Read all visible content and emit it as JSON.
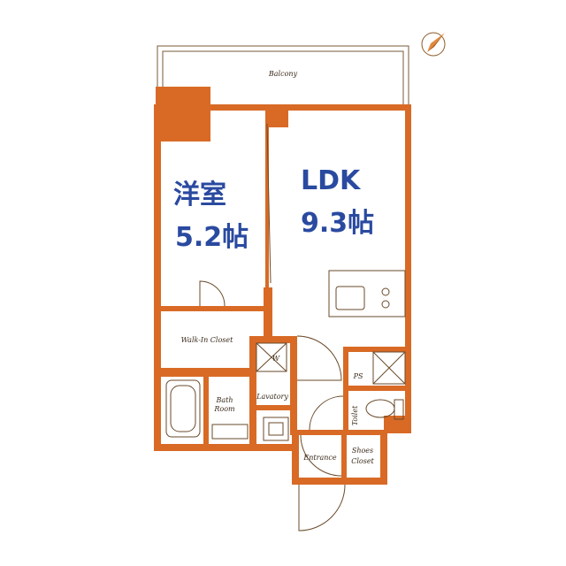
{
  "rooms": {
    "balcony": "Balcony",
    "western_room_name": "洋室",
    "western_room_size": "5.2帖",
    "ldk_name": "LDK",
    "ldk_size": "9.3帖",
    "walk_in_closet": "Walk-In Closet",
    "bath_line1": "Bath",
    "bath_line2": "Room",
    "lavatory": "Lavatory",
    "w_mark": "W",
    "ps": "PS",
    "toilet": "Toilet",
    "entrance": "Entrance",
    "shoes_line1": "Shoes",
    "shoes_line2": "Closet"
  },
  "colors": {
    "wall": "#d86a25",
    "room_text": "#2a4aa0",
    "line": "#7a5a3a"
  },
  "icons": {
    "compass": "north-arrow-icon"
  }
}
